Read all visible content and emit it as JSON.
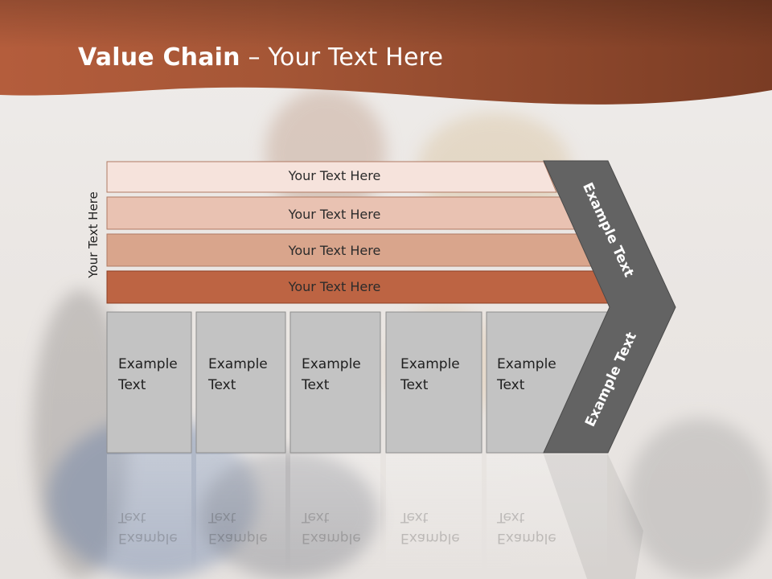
{
  "slide": {
    "title_bold": "Value Chain",
    "title_rest": " – Your Text Here"
  },
  "side_label": "Your Text Here",
  "bars": [
    {
      "label": "Your Text Here",
      "color": "#f6e3dc"
    },
    {
      "label": "Your Text Here",
      "color": "#e9c2b2"
    },
    {
      "label": "Your Text Here",
      "color": "#d9a58c"
    },
    {
      "label": "Your Text Here",
      "color": "#bd6443"
    }
  ],
  "columns": [
    {
      "line1": "Example",
      "line2": "Text"
    },
    {
      "line1": "Example",
      "line2": "Text"
    },
    {
      "line1": "Example",
      "line2": "Text"
    },
    {
      "line1": "Example",
      "line2": "Text"
    },
    {
      "line1": "Example",
      "line2": "Text"
    }
  ],
  "arrow": {
    "top_label": "Example Text",
    "bottom_label": "Example Text"
  },
  "colors": {
    "header_brown": "#8a4a30",
    "column_gray": "#c3c3c3",
    "arrow_gray": "#636363"
  }
}
